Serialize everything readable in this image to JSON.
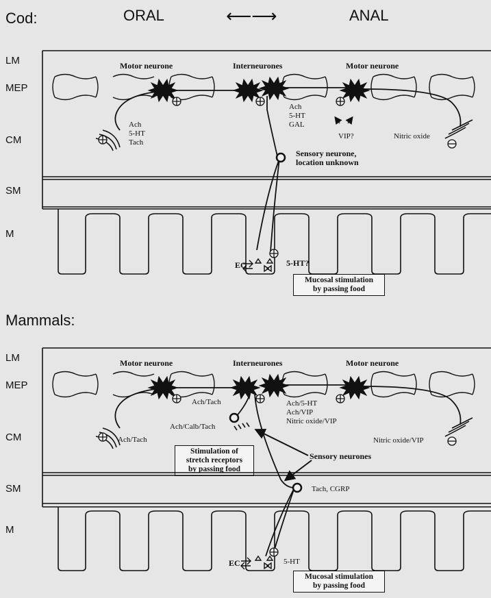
{
  "panels": [
    {
      "title": "Cod:",
      "direction": {
        "left": "ORAL",
        "arrow": "⟵⟶",
        "right": "ANAL"
      },
      "layers": [
        "LM",
        "MEP",
        "CM",
        "SM",
        "M"
      ],
      "labels": {
        "motor_left": "Motor neurone",
        "interneurones": "Interneurones",
        "motor_right": "Motor neurone",
        "ach_left": "Ach\n5-HT\nTach",
        "ach_inter": "Ach\n5-HT\nGAL",
        "vip": "VIP?",
        "nitric": "Nitric oxide",
        "sensory": "Sensory neurone,\nlocation unknown",
        "ec": "EC",
        "ht": "5-HT?",
        "mucosal": "Mucosal stimulation\nby passing food"
      }
    },
    {
      "title": "Mammals:",
      "layers": [
        "LM",
        "MEP",
        "CM",
        "SM",
        "M"
      ],
      "labels": {
        "motor_left": "Motor neurone",
        "interneurones": "Interneurones",
        "motor_right": "Motor neurone",
        "ach_tach_top": "Ach/Tach",
        "ach_inter": "Ach/5-HT\nAch/VIP\nNitric oxide/VIP",
        "ach_calb": "Ach/Calb/Tach",
        "ach_tach_left": "Ach/Tach",
        "stretch": "Stimulation of\nstretch receptors\nby passing food",
        "sensory": "Sensory neurones",
        "nitric_vip": "Nitric oxide/VIP",
        "tach_cgrp": "Tach, CGRP",
        "ec": "EC",
        "ht": "5-HT",
        "mucosal": "Mucosal stimulation\nby passing food"
      }
    }
  ]
}
